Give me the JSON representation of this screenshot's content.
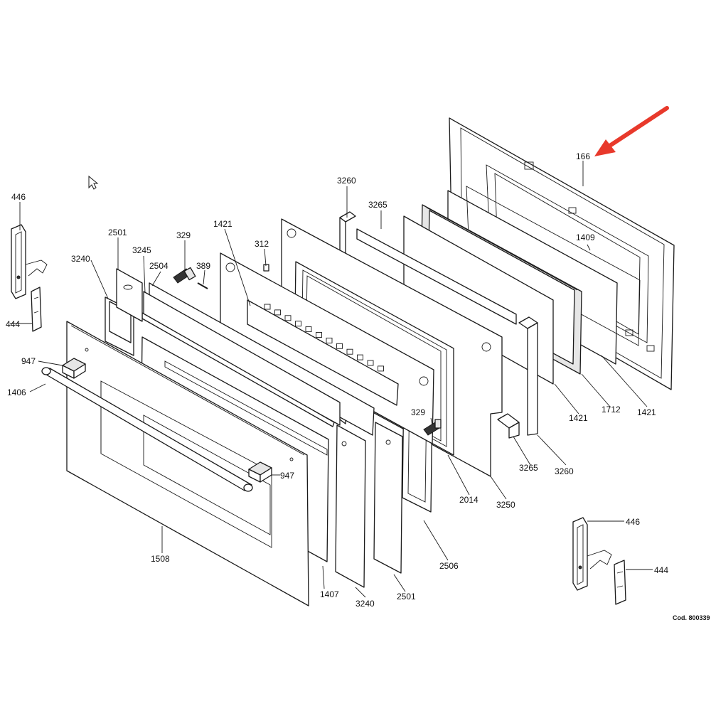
{
  "accent_color": "#e8392b",
  "icons": [
    "cursor-arrow-icon",
    "red-pointer-arrow-icon"
  ],
  "code": "Cod. 800339",
  "labels": {
    "l166": "166",
    "l446a": "446",
    "l444a": "444",
    "l2501a": "2501",
    "l3240a": "3240",
    "l3245": "3245",
    "l2504": "2504",
    "l329a": "329",
    "l389": "389",
    "l1421a": "1421",
    "l312": "312",
    "l3260a": "3260",
    "l3265a": "3265",
    "l1409": "1409",
    "l947a": "947",
    "l1406": "1406",
    "l947b": "947",
    "l1508": "1508",
    "l1407": "1407",
    "l3240b": "3240",
    "l2501b": "2501",
    "l2506": "2506",
    "l2014": "2014",
    "l3250": "3250",
    "l329b": "329",
    "l3265b": "3265",
    "l3260b": "3260",
    "l1421b": "1421",
    "l1712": "1712",
    "l1421c": "1421",
    "l446b": "446",
    "l444b": "444"
  }
}
